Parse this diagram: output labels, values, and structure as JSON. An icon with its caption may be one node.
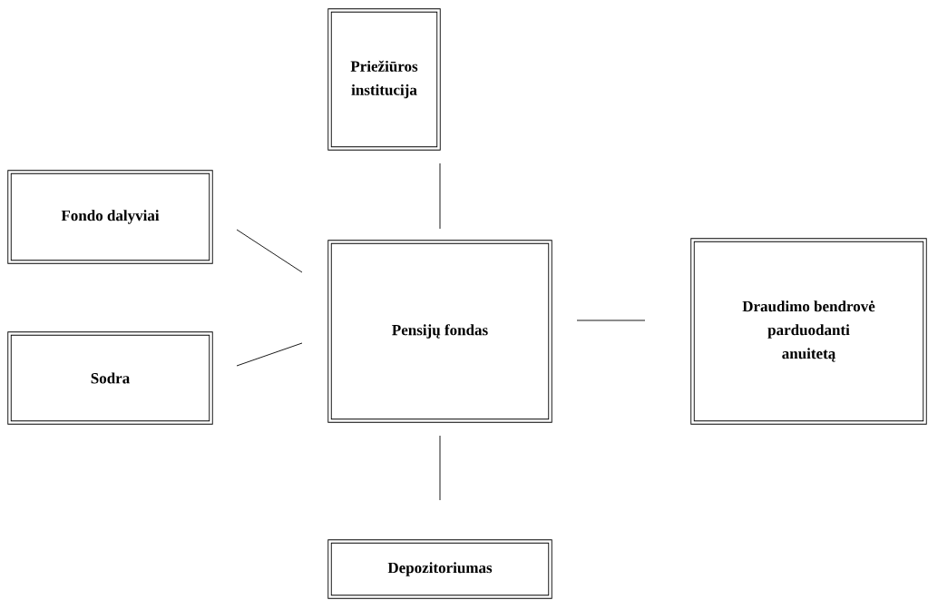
{
  "diagram": {
    "nodes": [
      {
        "text": [
          "Priežiūros institucija"
        ]
      },
      {
        "text": [
          "Fondo dalyviai"
        ]
      },
      {
        "text": [
          "Pensijų fondas"
        ]
      },
      {
        "text": [
          "Sodra"
        ]
      },
      {
        "text": [
          "Draudimo bendrovė parduodanti anuitetą"
        ]
      },
      {
        "text": [
          "Depozitoriumas"
        ]
      }
    ],
    "edges": [
      {
        "from": 0,
        "to": 2,
        "arrow": "none"
      },
      {
        "from": 1,
        "to": 2,
        "arrow": "none"
      },
      {
        "from": 3,
        "to": 2,
        "arrow": "none"
      },
      {
        "from": 2,
        "to": 4,
        "arrow": "none"
      },
      {
        "from": 2,
        "to": 5,
        "arrow": "none"
      }
    ]
  }
}
